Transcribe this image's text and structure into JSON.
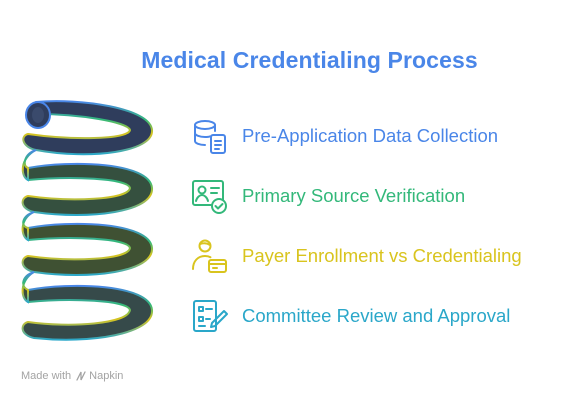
{
  "title": "Medical Credentialing Process",
  "colors": {
    "title": "#4a86e8",
    "footer": "#a3a3a3"
  },
  "steps": [
    {
      "label": "Pre-Application Data Collection",
      "icon": "database-document-icon",
      "color": "#4a86e8"
    },
    {
      "label": "Primary Source Verification",
      "icon": "id-card-check-icon",
      "color": "#33b87a"
    },
    {
      "label": "Payer Enrollment vs Credentialing",
      "icon": "person-card-icon",
      "color": "#d9c41e"
    },
    {
      "label": "Committee Review and Approval",
      "icon": "checklist-pen-icon",
      "color": "#2aa7c9"
    }
  ],
  "footer": {
    "prefix": "Made with",
    "brand": "Napkin"
  }
}
